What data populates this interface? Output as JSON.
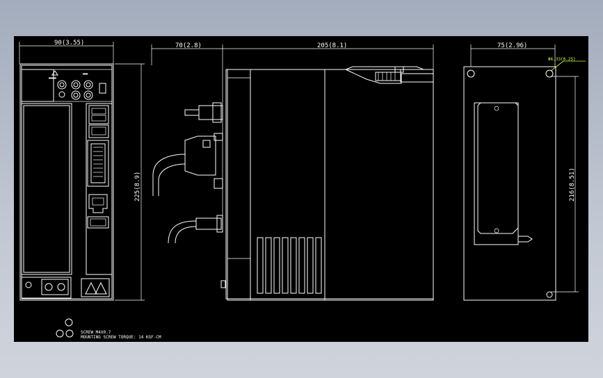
{
  "drawing": {
    "dimensions": {
      "front_width": "90(3.55)",
      "front_height": "225(8.9)",
      "side_depth_left": "70(2.8)",
      "side_depth_main": "205(8.1)",
      "rear_width": "75(2.96)",
      "rear_height": "216(8.51)",
      "hole_diameter": "Φ6.33(0.25)"
    },
    "notes": {
      "screw": "SCREW M4X0.7",
      "torque": "MOUNTING SCREW TORQUE: 14 KGF-CM"
    },
    "colors": {
      "background": "#000000",
      "lines": "#ffffff",
      "callout": "#c8ff3c"
    }
  }
}
